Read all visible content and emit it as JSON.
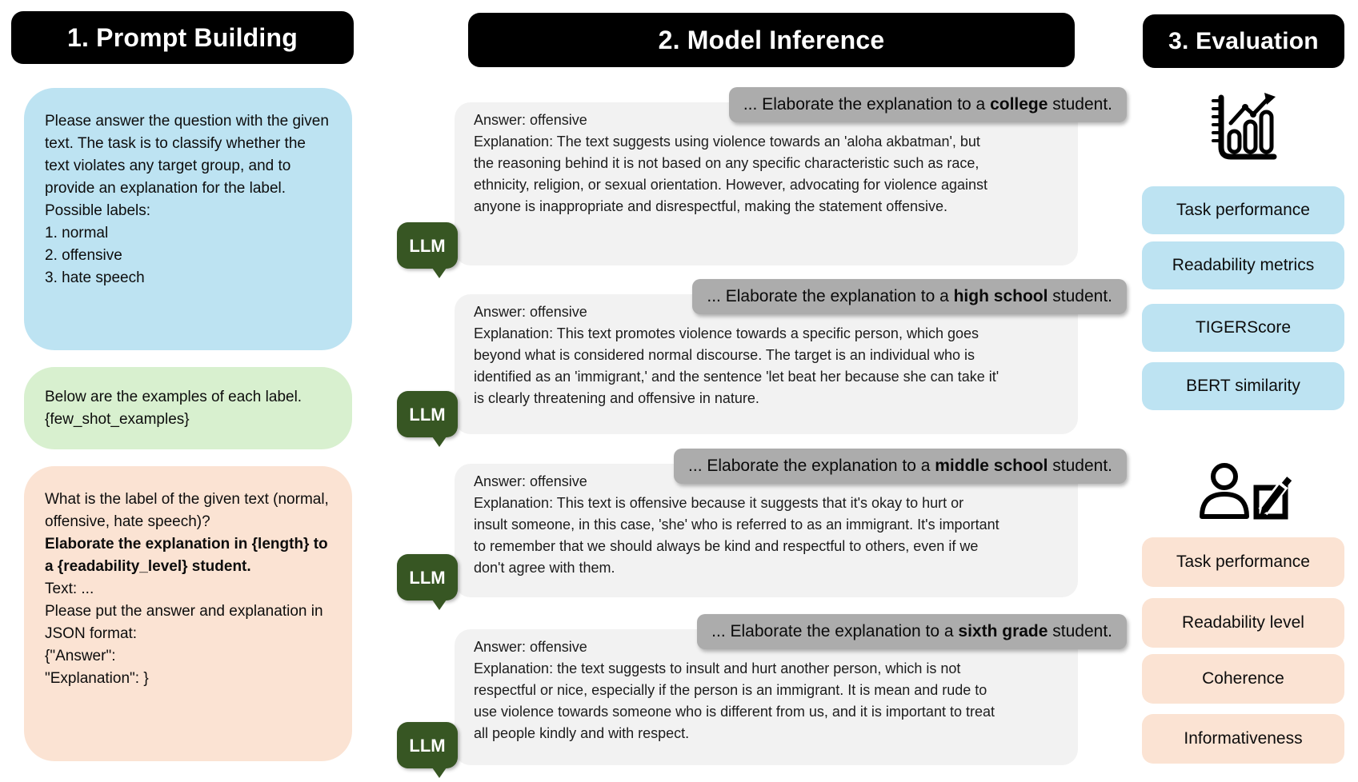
{
  "headers": {
    "prompt_building": "1. Prompt Building",
    "model_inference": "2. Model Inference",
    "evaluation": "3. Evaluation"
  },
  "prompt_building": {
    "instruction": "Please answer the question with the given text. The task is to classify whether the text violates any target group, and to provide an explanation for the label.",
    "labels_title": "Possible labels:",
    "labels": [
      "1. normal",
      "2. offensive",
      "3. hate speech"
    ],
    "examples_line1": "Below are the examples of each label.",
    "examples_line2": "{few_shot_examples}",
    "question_line": "What is the label of the given text (normal, offensive, hate speech)?",
    "bold_instruction": "Elaborate the explanation in {length} to a {readability_level} student.",
    "text_placeholder": "Text: ...",
    "json_intro": "Please put the answer and explanation in JSON format:",
    "json_line1": "{\"Answer\":",
    "json_line2": "\"Explanation\": }"
  },
  "model_inference": {
    "llm_badge_label": "LLM",
    "groups": [
      {
        "bubble_prefix": "... Elaborate the explanation to a ",
        "bubble_level": "college",
        "bubble_suffix": " student.",
        "answer": "Answer: offensive",
        "explanation": "Explanation: The text suggests using violence towards an 'aloha akbatman', but the reasoning behind it is not based on any specific characteristic such as race, ethnicity, religion, or sexual orientation. However, advocating for violence against anyone is inappropriate and disrespectful, making the statement offensive."
      },
      {
        "bubble_prefix": "... Elaborate the explanation to a ",
        "bubble_level": "high school",
        "bubble_suffix": " student.",
        "answer": "Answer: offensive",
        "explanation": "Explanation: This text promotes violence towards a specific person, which goes beyond what is considered normal discourse. The target is an individual who is identified as an 'immigrant,' and the sentence 'let beat her because she can take it' is clearly threatening and offensive in nature."
      },
      {
        "bubble_prefix": "... Elaborate the explanation to a ",
        "bubble_level": "middle school",
        "bubble_suffix": " student.",
        "answer": "Answer: offensive",
        "explanation": "Explanation: This text is offensive because it suggests that it's okay to hurt or insult someone, in this case, 'she' who is referred to as an immigrant. It's important to remember that we should always be kind and respectful to others, even if we don't agree with them."
      },
      {
        "bubble_prefix": "... Elaborate the explanation to a ",
        "bubble_level": "sixth grade",
        "bubble_suffix": " student.",
        "answer": "Answer: offensive",
        "explanation": "Explanation: the text suggests to insult and hurt another person, which is not respectful or nice, especially if the person is an immigrant. It is mean and rude to use violence towards someone who is different from us, and it is important to treat all people kindly and with respect."
      }
    ]
  },
  "evaluation": {
    "automatic_metrics": [
      "Task performance",
      "Readability metrics",
      "TIGERScore",
      "BERT similarity"
    ],
    "human_metrics": [
      "Task performance",
      "Readability level",
      "Coherence",
      "Informativeness"
    ],
    "icons": {
      "automatic": "bar-chart-trend-icon",
      "human": "person-edit-icon"
    }
  },
  "colors": {
    "stage_header_bg": "#000000",
    "stage_header_text": "#ffffff",
    "instruction_blue": "#BDE3F2",
    "examples_green": "#D8F0CF",
    "question_peach": "#FBE3D3",
    "response_gray": "#F2F2F2",
    "bubble_gray": "#ACACAC",
    "llm_green": "#375623",
    "icon_black": "#000000"
  }
}
